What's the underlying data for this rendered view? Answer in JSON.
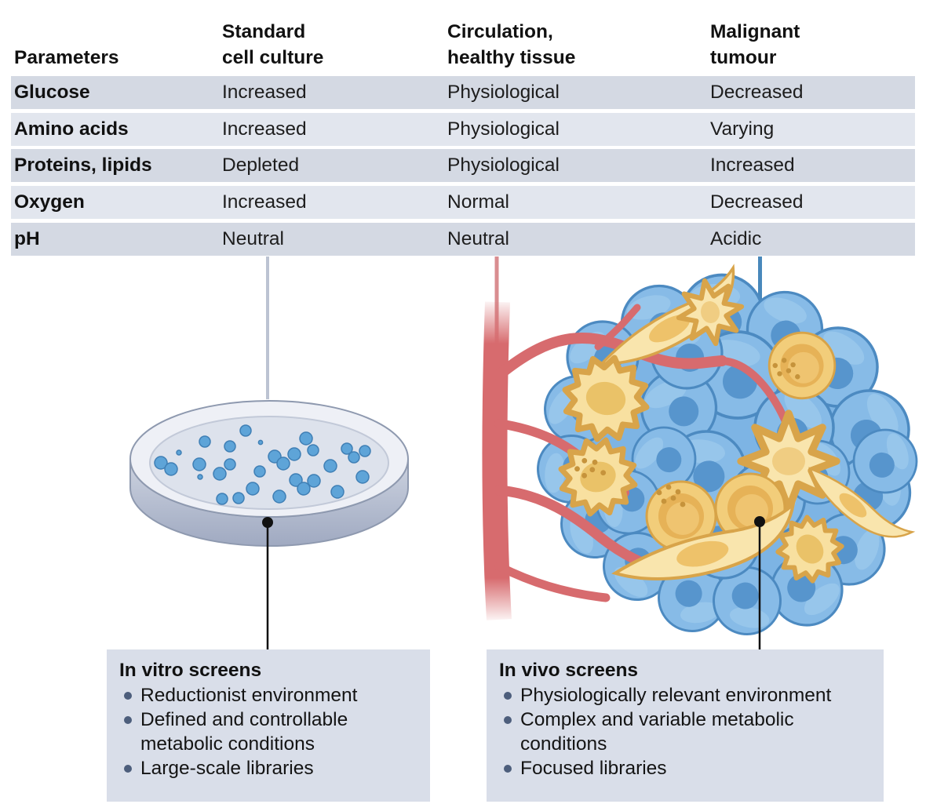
{
  "table": {
    "header": [
      {
        "lines": [
          "Parameters"
        ]
      },
      {
        "lines": [
          "Standard",
          "cell culture"
        ]
      },
      {
        "lines": [
          "Circulation,",
          "healthy tissue"
        ]
      },
      {
        "lines": [
          "Malignant",
          "tumour"
        ]
      }
    ],
    "rows": [
      [
        "Glucose",
        "Increased",
        "Physiological",
        "Decreased"
      ],
      [
        "Amino acids",
        "Increased",
        "Physiological",
        "Varying"
      ],
      [
        "Proteins, lipids",
        "Depleted",
        "Physiological",
        "Increased"
      ],
      [
        "Oxygen",
        "Increased",
        "Normal",
        "Decreased"
      ],
      [
        "pH",
        "Neutral",
        "Neutral",
        "Acidic"
      ]
    ]
  },
  "panels": {
    "in_vitro": {
      "title": "In vitro screens",
      "bullets": [
        "Reductionist environment",
        "Defined and controllable\nmetabolic conditions",
        "Large-scale libraries"
      ]
    },
    "in_vivo": {
      "title": "In vivo screens",
      "bullets": [
        "Physiologically relevant environment",
        "Complex and variable metabolic\nconditions",
        "Focused libraries"
      ]
    }
  },
  "illustrations": {
    "left": "petri dish with cell colonies",
    "right": "vascularized malignant tumour"
  },
  "colors": {
    "row_dark": "#d4d9e3",
    "row_light": "#e2e6ee",
    "panel_bg": "#d9dee9",
    "bullet_dot": "#4d5e7c",
    "connector_gray": "#bcc3d2",
    "connector_blue": "#4988bb",
    "vessel_red": "#d76b6e",
    "cell_blue": "#87bbe7",
    "cell_blue_outline": "#4c8ac1",
    "cell_yellow": "#f4d083",
    "cell_yellow_outline": "#d8a44a",
    "colony_blue": "#5ea4d8"
  }
}
